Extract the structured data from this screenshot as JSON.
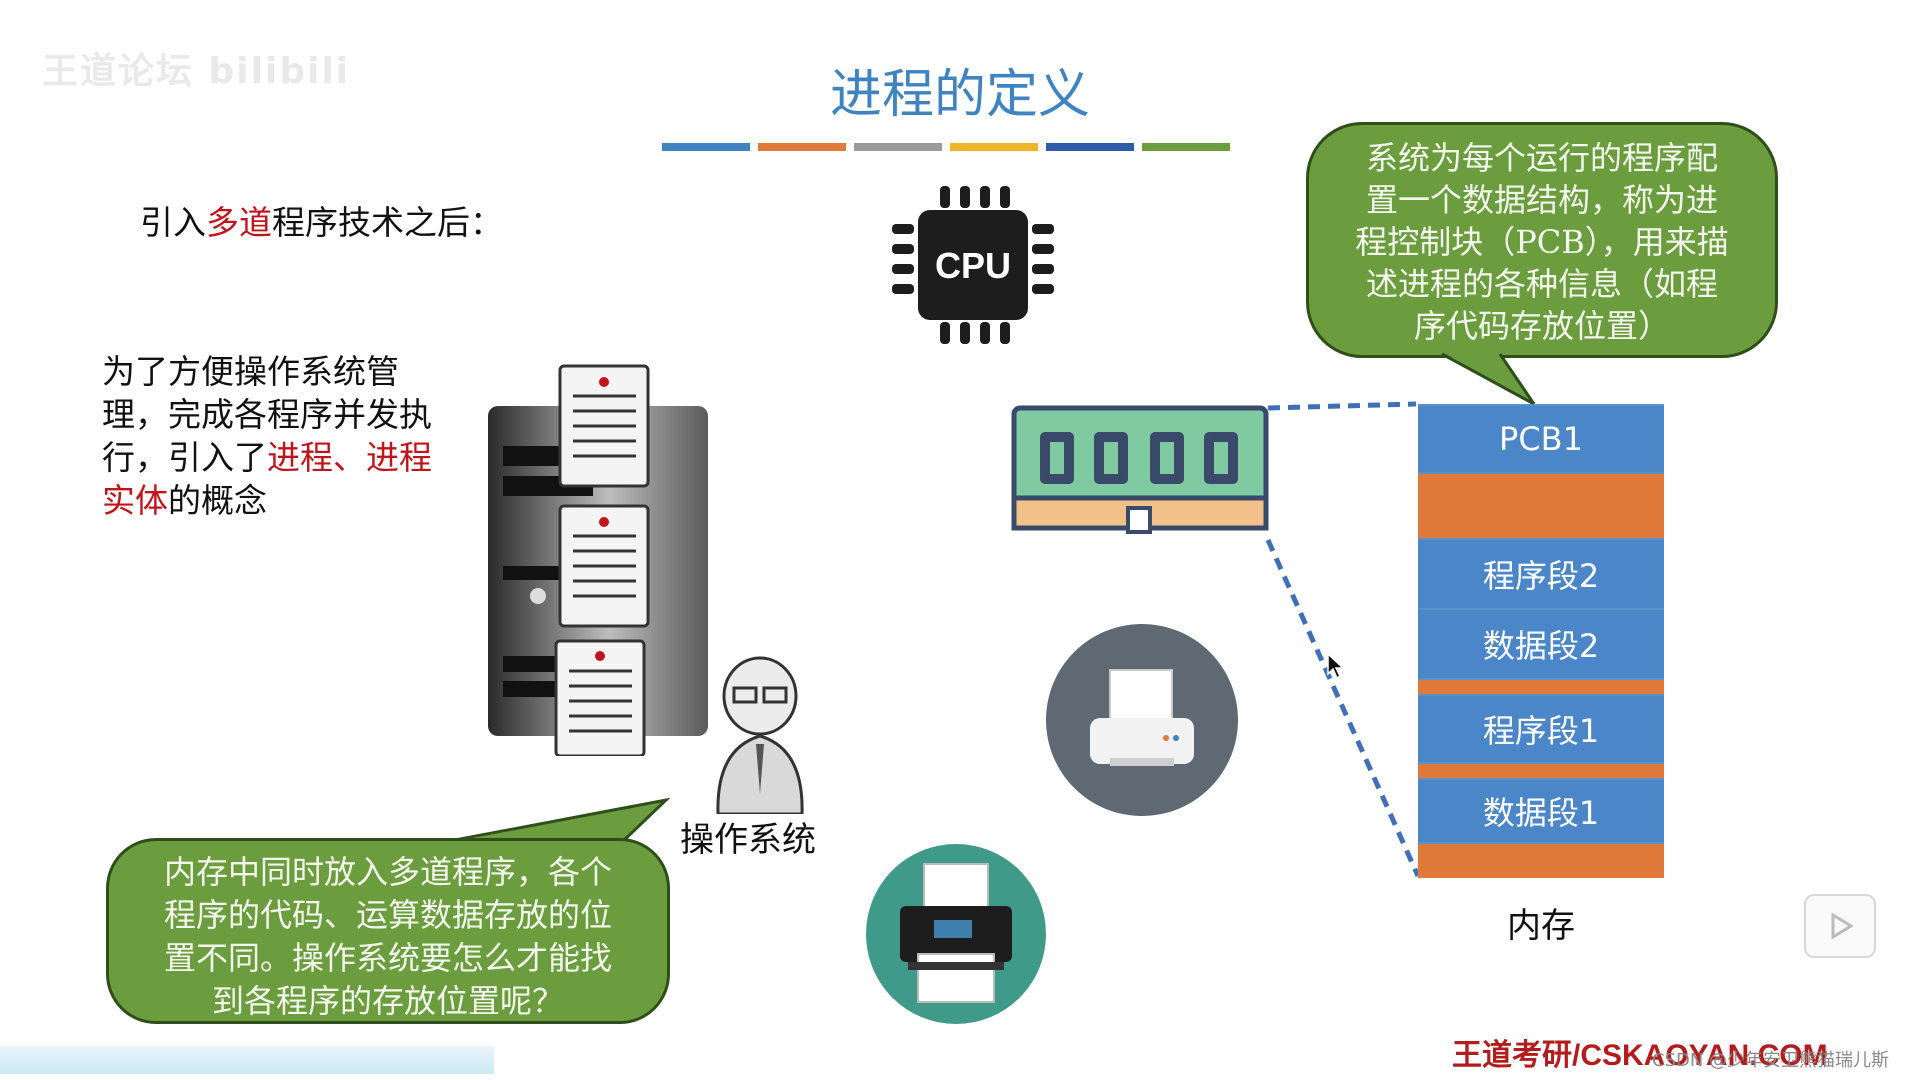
{
  "watermark": "王道论坛 bilibili",
  "title": "进程的定义",
  "title_bar_colors": [
    "#3f83c1",
    "#e07a3a",
    "#9b9b9b",
    "#f0b429",
    "#2f5da8",
    "#6b9d3e"
  ],
  "intro": {
    "prefix": "引入",
    "highlight": "多道",
    "suffix": "程序技术之后："
  },
  "paragraph": {
    "part1": "为了方便操作系统管理，完成各程序并发执行，引入了",
    "highlight1": "进程、",
    "highlight2": "进程实体",
    "part2": "的概念"
  },
  "cpu_label": "CPU",
  "bubble_top": {
    "lines": [
      "系统为每个运行的程序配",
      "置一个数据结构，称为进",
      "程控制块（PCB），用来描",
      "述进程的各种信息（如程",
      "序代码存放位置）"
    ]
  },
  "bubble_bottom": {
    "lines": [
      "内存中同时放入多道程序，各个",
      "程序的代码、运算数据存放的位",
      "置不同。操作系统要怎么才能找",
      "到各程序的存放位置呢？"
    ]
  },
  "os_label": "操作系统",
  "memory": {
    "label": "内存",
    "segments": [
      {
        "label": "PCB1",
        "color": "blue"
      },
      {
        "label": "",
        "color": "orange"
      },
      {
        "label": "程序段2",
        "color": "blue"
      },
      {
        "label": "数据段2",
        "color": "blue"
      },
      {
        "label": "",
        "color": "orange"
      },
      {
        "label": "程序段1",
        "color": "blue"
      },
      {
        "label": "",
        "color": "orange"
      },
      {
        "label": "数据段1",
        "color": "blue"
      },
      {
        "label": "",
        "color": "orange"
      }
    ]
  },
  "footer": {
    "brand": "王道考研/CSKAOYAN.COM",
    "csdn": "CSDN @少年安卫熊猫瑞儿斯"
  },
  "icons": [
    "cpu-icon",
    "ram-icon",
    "server-icon",
    "person-icon",
    "printer-icon",
    "printer-color-icon",
    "play-icon"
  ]
}
